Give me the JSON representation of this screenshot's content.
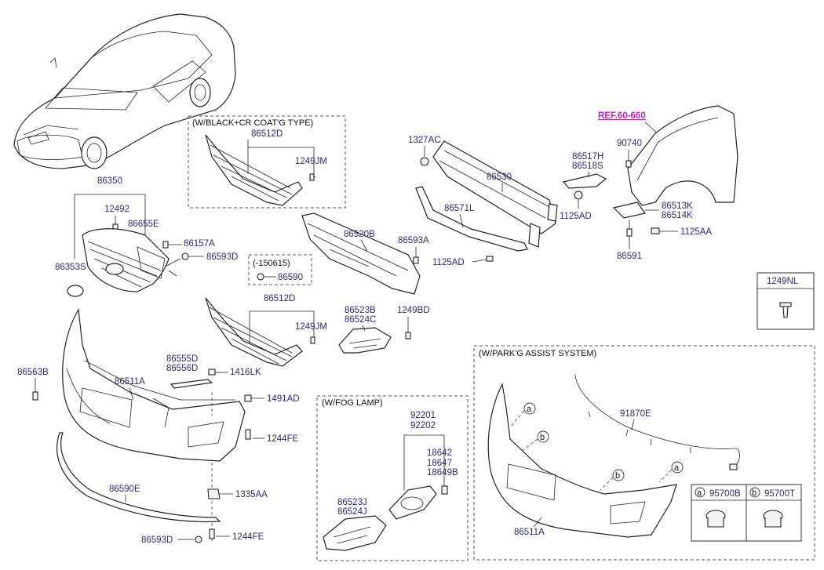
{
  "labels": {
    "box_black_cr": "(W/BLACK+CR COAT'G TYPE)",
    "p86512d_a": "86512D",
    "p1249jm_a": "1249JM",
    "p86350": "86350",
    "p12492": "12492",
    "p86655e": "86655E",
    "p86157a": "86157A",
    "p86593d_a": "86593D",
    "p86353s": "86353S",
    "box_150615": "(-150615)",
    "p86590": "86590",
    "p86520b": "86520B",
    "p86593a": "86593A",
    "p1327ac": "1327AC",
    "p86530": "86530",
    "p86571l": "86571L",
    "p1125ad_a": "1125AD",
    "ref_60_660": "REF.60-660",
    "p90740": "90740",
    "p86517h": "86517H",
    "p86518s": "86518S",
    "p1125ad_b": "1125AD",
    "p86513k": "86513K",
    "p86514k": "86514K",
    "p1125aa": "1125AA",
    "p86591": "86591",
    "p1249nl": "1249NL",
    "p86512d_b": "86512D",
    "p1249jm_b": "1249JM",
    "p86523b": "86523B",
    "p86524c": "86524C",
    "p1249bd": "1249BD",
    "p86563b": "86563B",
    "p86511a_a": "86511A",
    "p86555d": "86555D",
    "p86556d": "86556D",
    "p1416lk": "1416LK",
    "p1491ad": "1491AD",
    "p1244fe_a": "1244FE",
    "p86590e": "86590E",
    "p1335aa": "1335AA",
    "p86593d_b": "86593D",
    "p1244fe_b": "1244FE",
    "box_fog": "(W/FOG LAMP)",
    "p92201": "92201",
    "p92202": "92202",
    "p18642": "18642",
    "p18647": "18647",
    "p18649b": "18649B",
    "p86523j": "86523J",
    "p86524j": "86524J",
    "box_park": "(W/PARK'G ASSIST SYSTEM)",
    "p91870e": "91870E",
    "p86511a_b": "86511A",
    "p95700b": "95700B",
    "p95700t": "95700T",
    "callout_a": "a",
    "callout_b": "b"
  }
}
